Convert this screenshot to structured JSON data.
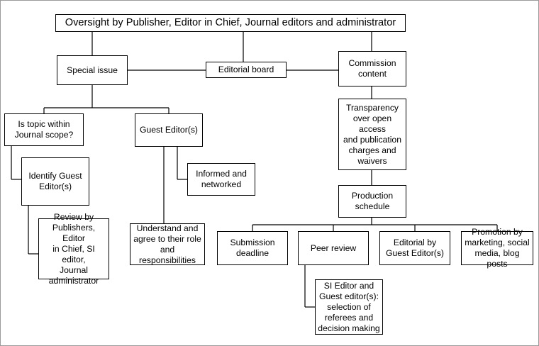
{
  "colors": {
    "line": "#000000",
    "box_border": "#000000",
    "background": "#ffffff",
    "frame": "#9a9a9a"
  },
  "nodes": {
    "oversight": "Oversight by Publisher, Editor in Chief, Journal editors and administrator",
    "special_issue": "Special issue",
    "editorial_board": "Editorial board",
    "commission_content": "Commission\ncontent",
    "topic_scope": "Is topic within\nJournal scope?",
    "guest_editors": "Guest Editor(s)",
    "identify_guest_editors": "Identify Guest\nEditor(s)",
    "informed_networked": "Informed and\nnetworked",
    "review_by": "Review by\nPublishers, Editor\nin Chief, SI editor,\nJournal\nadministrator",
    "understand_role": "Understand and\nagree to their role\nand responsibilities",
    "transparency": "Transparency\nover open access\nand publication\ncharges and\nwaivers",
    "production_schedule": "Production\nschedule",
    "submission_deadline": "Submission\ndeadline",
    "peer_review": "Peer review",
    "editorial_by_guest": "Editorial by\nGuest Editor(s)",
    "promotion": "Promotion by\nmarketing, social\nmedia, blog posts",
    "si_editor_selection": "SI Editor and\nGuest editor(s):\nselection of\nreferees and\ndecision making"
  }
}
